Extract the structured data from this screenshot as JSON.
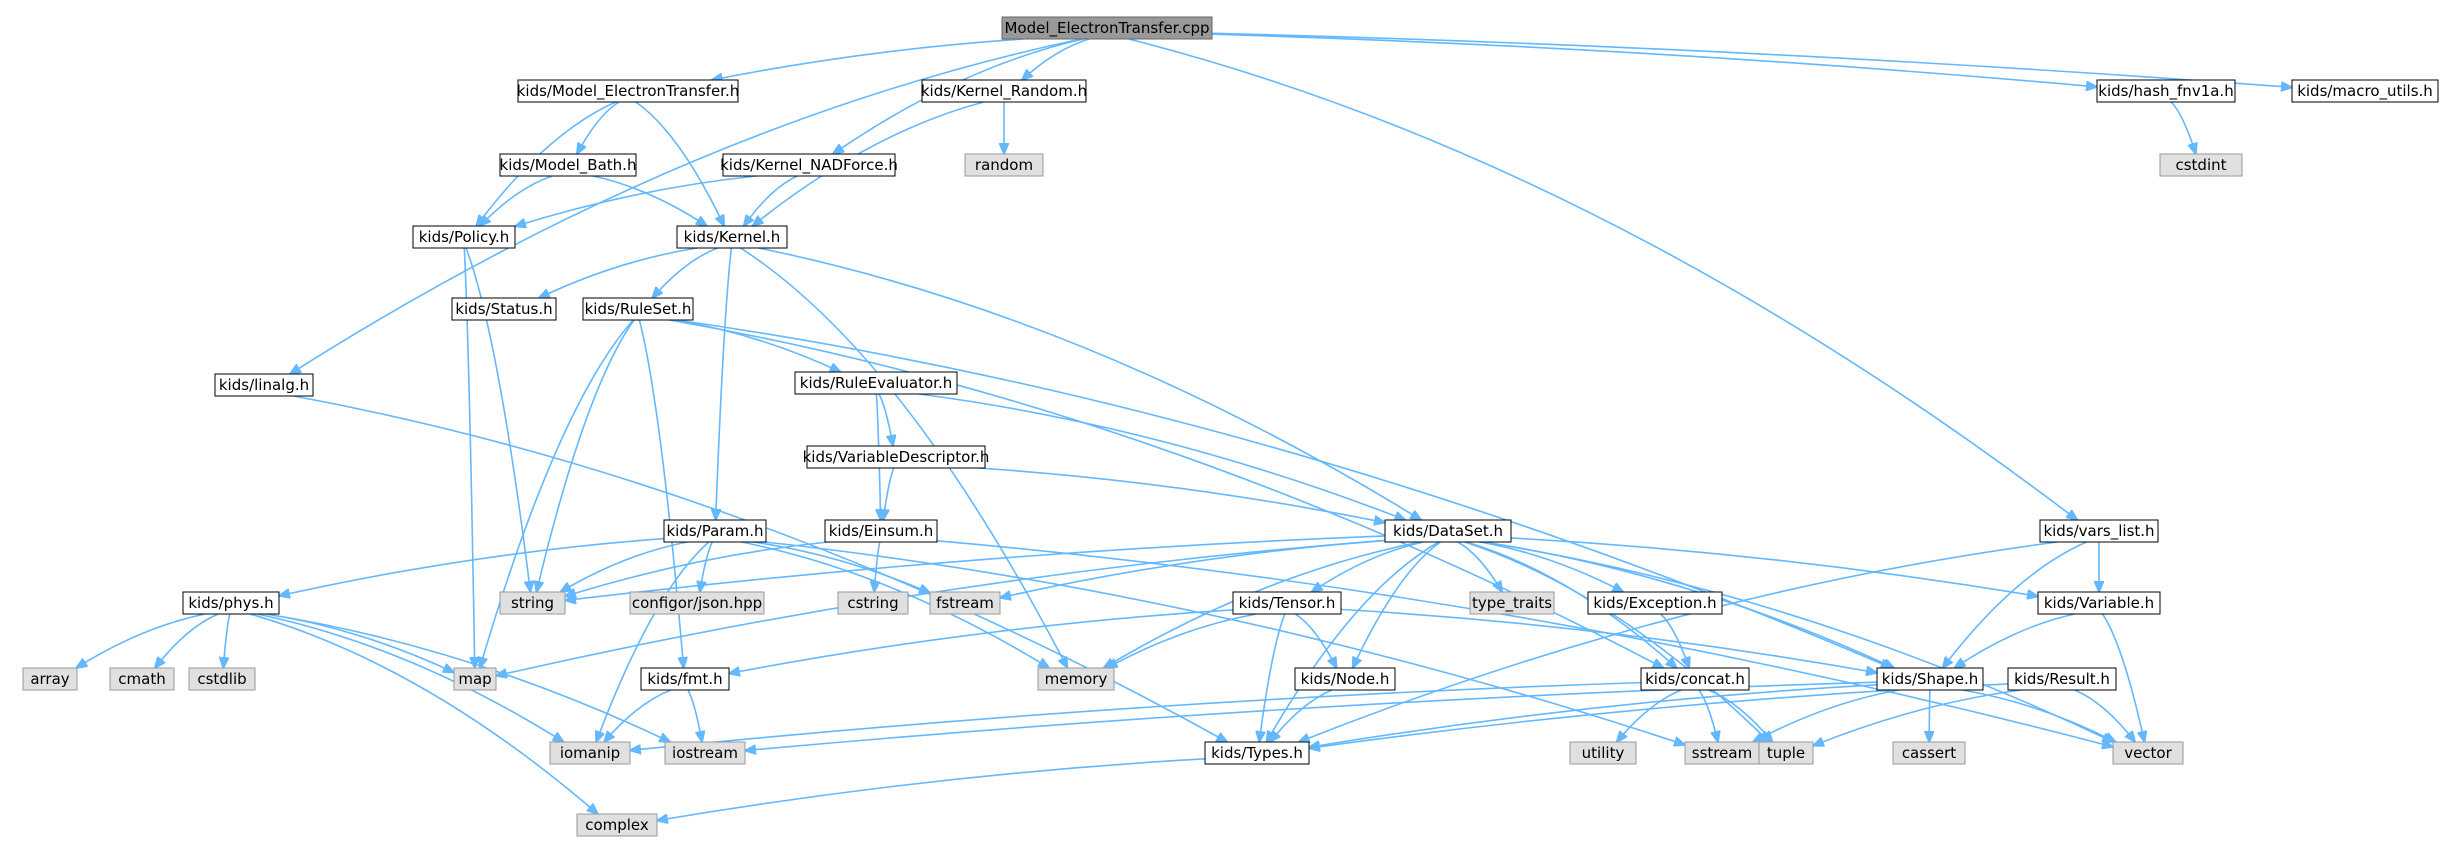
{
  "diagram": {
    "title": "Model_ElectronTransfer.cpp",
    "colors": {
      "edge": "#63b8ff",
      "header_fill": "#999999",
      "header_stroke": "#666666",
      "internal_fill": "#ffffff",
      "internal_stroke": "#000000",
      "external_fill": "#e0e0e0",
      "external_stroke": "#999999"
    },
    "nodes": [
      {
        "id": "root",
        "label": "Model_ElectronTransfer.cpp",
        "kind": "root"
      },
      {
        "id": "kmet",
        "label": "kids/Model_ElectronTransfer.h",
        "kind": "internal"
      },
      {
        "id": "krand",
        "label": "kids/Kernel_Random.h",
        "kind": "internal"
      },
      {
        "id": "random",
        "label": "random",
        "kind": "external"
      },
      {
        "id": "khash",
        "label": "kids/hash_fnv1a.h",
        "kind": "internal"
      },
      {
        "id": "kmacro",
        "label": "kids/macro_utils.h",
        "kind": "internal"
      },
      {
        "id": "cstdint",
        "label": "cstdint",
        "kind": "external"
      },
      {
        "id": "kbath",
        "label": "kids/Model_Bath.h",
        "kind": "internal"
      },
      {
        "id": "knad",
        "label": "kids/Kernel_NADForce.h",
        "kind": "internal"
      },
      {
        "id": "kpolicy",
        "label": "kids/Policy.h",
        "kind": "internal"
      },
      {
        "id": "kkernel",
        "label": "kids/Kernel.h",
        "kind": "internal"
      },
      {
        "id": "kstatus",
        "label": "kids/Status.h",
        "kind": "internal"
      },
      {
        "id": "kruleset",
        "label": "kids/RuleSet.h",
        "kind": "internal"
      },
      {
        "id": "klinalg",
        "label": "kids/linalg.h",
        "kind": "internal"
      },
      {
        "id": "kruleeval",
        "label": "kids/RuleEvaluator.h",
        "kind": "internal"
      },
      {
        "id": "kvardesc",
        "label": "kids/VariableDescriptor.h",
        "kind": "internal"
      },
      {
        "id": "kvarslist",
        "label": "kids/vars_list.h",
        "kind": "internal"
      },
      {
        "id": "kparam",
        "label": "kids/Param.h",
        "kind": "internal"
      },
      {
        "id": "keinsum",
        "label": "kids/Einsum.h",
        "kind": "internal"
      },
      {
        "id": "kdataset",
        "label": "kids/DataSet.h",
        "kind": "internal"
      },
      {
        "id": "kphys",
        "label": "kids/phys.h",
        "kind": "internal"
      },
      {
        "id": "string",
        "label": "string",
        "kind": "external"
      },
      {
        "id": "configjson",
        "label": "configor/json.hpp",
        "kind": "external"
      },
      {
        "id": "cstring",
        "label": "cstring",
        "kind": "external"
      },
      {
        "id": "fstream",
        "label": "fstream",
        "kind": "external"
      },
      {
        "id": "typetraits",
        "label": "type_traits",
        "kind": "external"
      },
      {
        "id": "ktensor",
        "label": "kids/Tensor.h",
        "kind": "internal"
      },
      {
        "id": "kexcept",
        "label": "kids/Exception.h",
        "kind": "internal"
      },
      {
        "id": "kvariable",
        "label": "kids/Variable.h",
        "kind": "internal"
      },
      {
        "id": "array",
        "label": "array",
        "kind": "external"
      },
      {
        "id": "cmath",
        "label": "cmath",
        "kind": "external"
      },
      {
        "id": "cstdlib",
        "label": "cstdlib",
        "kind": "external"
      },
      {
        "id": "map",
        "label": "map",
        "kind": "external"
      },
      {
        "id": "kfmt",
        "label": "kids/fmt.h",
        "kind": "internal"
      },
      {
        "id": "memory",
        "label": "memory",
        "kind": "external"
      },
      {
        "id": "knode",
        "label": "kids/Node.h",
        "kind": "internal"
      },
      {
        "id": "kconcat",
        "label": "kids/concat.h",
        "kind": "internal"
      },
      {
        "id": "kshape",
        "label": "kids/Shape.h",
        "kind": "internal"
      },
      {
        "id": "kresult",
        "label": "kids/Result.h",
        "kind": "internal"
      },
      {
        "id": "iomanip",
        "label": "iomanip",
        "kind": "external"
      },
      {
        "id": "iostream",
        "label": "iostream",
        "kind": "external"
      },
      {
        "id": "ktypes",
        "label": "kids/Types.h",
        "kind": "internal"
      },
      {
        "id": "utility",
        "label": "utility",
        "kind": "external"
      },
      {
        "id": "sstream",
        "label": "sstream",
        "kind": "external"
      },
      {
        "id": "tuple",
        "label": "tuple",
        "kind": "external"
      },
      {
        "id": "cassert",
        "label": "cassert",
        "kind": "external"
      },
      {
        "id": "vector",
        "label": "vector",
        "kind": "external"
      },
      {
        "id": "complex",
        "label": "complex",
        "kind": "external"
      }
    ],
    "edges": [
      [
        "root",
        "kmet"
      ],
      [
        "root",
        "krand"
      ],
      [
        "root",
        "khash"
      ],
      [
        "root",
        "kmacro"
      ],
      [
        "root",
        "knad"
      ],
      [
        "root",
        "klinalg"
      ],
      [
        "root",
        "kvarslist"
      ],
      [
        "kmet",
        "kbath"
      ],
      [
        "kmet",
        "kpolicy"
      ],
      [
        "kmet",
        "kkernel"
      ],
      [
        "krand",
        "random"
      ],
      [
        "krand",
        "kkernel"
      ],
      [
        "khash",
        "cstdint"
      ],
      [
        "kbath",
        "kpolicy"
      ],
      [
        "kbath",
        "kkernel"
      ],
      [
        "knad",
        "kpolicy"
      ],
      [
        "knad",
        "kkernel"
      ],
      [
        "kpolicy",
        "string"
      ],
      [
        "kpolicy",
        "map"
      ],
      [
        "kkernel",
        "kstatus"
      ],
      [
        "kkernel",
        "kruleset"
      ],
      [
        "kkernel",
        "kparam"
      ],
      [
        "kkernel",
        "kdataset"
      ],
      [
        "kkernel",
        "memory"
      ],
      [
        "kruleset",
        "kruleeval"
      ],
      [
        "kruleset",
        "string"
      ],
      [
        "kruleset",
        "map"
      ],
      [
        "kruleset",
        "kfmt"
      ],
      [
        "kruleset",
        "kconcat"
      ],
      [
        "kruleset",
        "kshape"
      ],
      [
        "klinalg",
        "ktypes"
      ],
      [
        "kruleeval",
        "kvardesc"
      ],
      [
        "kruleeval",
        "keinsum"
      ],
      [
        "kruleeval",
        "kdataset"
      ],
      [
        "kvardesc",
        "keinsum"
      ],
      [
        "kvardesc",
        "kdataset"
      ],
      [
        "kvarslist",
        "kvariable"
      ],
      [
        "kvarslist",
        "kshape"
      ],
      [
        "kvarslist",
        "ktypes"
      ],
      [
        "kparam",
        "kphys"
      ],
      [
        "kparam",
        "string"
      ],
      [
        "kparam",
        "configjson"
      ],
      [
        "kparam",
        "fstream"
      ],
      [
        "kparam",
        "memory"
      ],
      [
        "kparam",
        "iomanip"
      ],
      [
        "kparam",
        "sstream"
      ],
      [
        "keinsum",
        "string"
      ],
      [
        "keinsum",
        "cstring"
      ],
      [
        "keinsum",
        "vector"
      ],
      [
        "kdataset",
        "ktensor"
      ],
      [
        "kdataset",
        "kexcept"
      ],
      [
        "kdataset",
        "kvariable"
      ],
      [
        "kdataset",
        "typetraits"
      ],
      [
        "kdataset",
        "fstream"
      ],
      [
        "kdataset",
        "memory"
      ],
      [
        "kdataset",
        "map"
      ],
      [
        "kdataset",
        "knode"
      ],
      [
        "kdataset",
        "kconcat"
      ],
      [
        "kdataset",
        "kshape"
      ],
      [
        "kdataset",
        "ktypes"
      ],
      [
        "kdataset",
        "tuple"
      ],
      [
        "kdataset",
        "vector"
      ],
      [
        "kdataset",
        "string"
      ],
      [
        "kphys",
        "array"
      ],
      [
        "kphys",
        "cmath"
      ],
      [
        "kphys",
        "cstdlib"
      ],
      [
        "kphys",
        "map"
      ],
      [
        "kphys",
        "iomanip"
      ],
      [
        "kphys",
        "iostream"
      ],
      [
        "kphys",
        "complex"
      ],
      [
        "ktensor",
        "kfmt"
      ],
      [
        "ktensor",
        "memory"
      ],
      [
        "ktensor",
        "knode"
      ],
      [
        "ktensor",
        "kshape"
      ],
      [
        "ktensor",
        "ktypes"
      ],
      [
        "kexcept",
        "kconcat"
      ],
      [
        "kvariable",
        "kshape"
      ],
      [
        "kvariable",
        "vector"
      ],
      [
        "kfmt",
        "iomanip"
      ],
      [
        "kfmt",
        "iostream"
      ],
      [
        "knode",
        "ktypes"
      ],
      [
        "kconcat",
        "utility"
      ],
      [
        "kconcat",
        "sstream"
      ],
      [
        "kconcat",
        "tuple"
      ],
      [
        "kconcat",
        "iomanip"
      ],
      [
        "kshape",
        "cassert"
      ],
      [
        "kshape",
        "sstream"
      ],
      [
        "kshape",
        "vector"
      ],
      [
        "kshape",
        "iostream"
      ],
      [
        "kshape",
        "ktypes"
      ],
      [
        "kresult",
        "vector"
      ],
      [
        "kresult",
        "tuple"
      ],
      [
        "kresult",
        "ktypes"
      ],
      [
        "ktypes",
        "complex"
      ]
    ]
  }
}
